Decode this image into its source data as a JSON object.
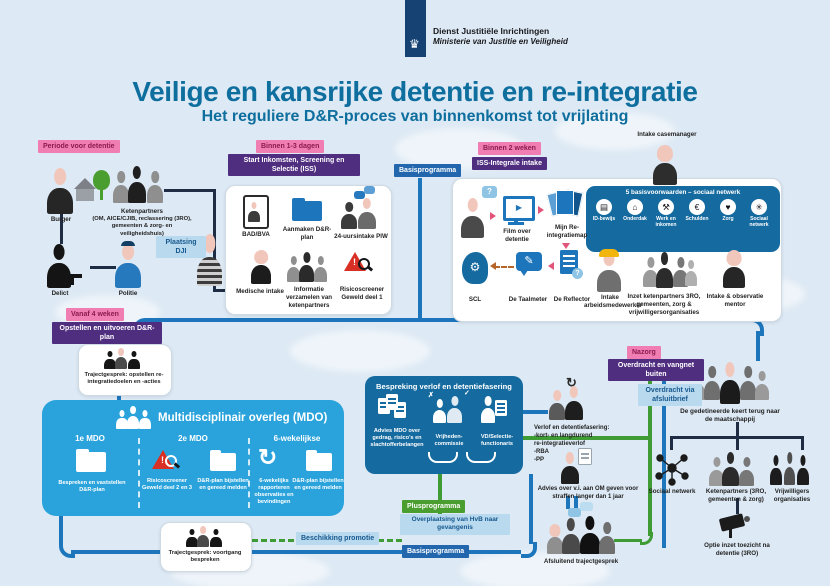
{
  "header": {
    "org_line1": "Dienst Justitiële Inrichtingen",
    "org_line2": "Ministerie van Justitie en Veiligheid"
  },
  "title": "Veilige en kansrijke detentie en re-integratie",
  "subtitle": "Het reguliere D&R-proces van binnenkomst tot vrijlating",
  "colors": {
    "rijks_bar": "#154273",
    "title_blue": "#0e6e9e",
    "flow_blue": "#1d76bc",
    "flow_green": "#3f9c35",
    "flow_navy": "#1e2c44",
    "label_pink": "#f07eb2",
    "label_purple": "#4f2d7f",
    "box_dark_blue": "#156a9f",
    "box_light_blue": "#2aa3dc"
  },
  "phase_labels": {
    "periode": "Periode voor detentie",
    "binnen13": "Binnen 1-3 dagen",
    "start_iss": "Start Inkomsten, Screening en Selectie (ISS)",
    "binnen2": "Binnen 2 weken",
    "iss_intake": "ISS-Integrale intake",
    "basisprogramma_top": "Basisprogramma",
    "plaatsing": "Plaatsing DJI",
    "vanaf4": "Vanaf 4 weken",
    "opstellen": "Opstellen en uitvoeren D&R-plan",
    "nazorg": "Nazorg",
    "overdracht_vangnet": "Overdracht en vangnet buiten",
    "overdracht_brief": "Overdracht via afsluitbrief",
    "plus": "Plusprogramma",
    "overplaatsing": "Overplaatsing van HvB naar gevangenis",
    "beschikking": "Beschikking promotie",
    "basisprogramma_bottom": "Basisprogramma"
  },
  "pre_detention": {
    "burger": "Burger",
    "ketenpartners_name": "Ketenpartners",
    "ketenpartners_detail": "(OM, AICE/CJIB, reclassering (3RO), gemeenten & zorg- en veiligheidshuis)",
    "delict": "Delict",
    "politie": "Politie"
  },
  "intake_box": {
    "bad_bva": "BAD/BVA",
    "aanmaken": "Aanmaken D&R-plan",
    "piw": "24-uursintake PIW",
    "medische": "Medische intake",
    "informatie": "Informatie verzamelen van ketenpartners",
    "risicoscreener": "Risicoscreener Geweld deel 1"
  },
  "iss_box": {
    "film": "Film over detentie",
    "map": "Mijn Re-integratiemap",
    "scl": "SCL",
    "taalmeter": "De Taalmeter",
    "reflector": "De Reflector",
    "arbeid": "Intake arbeidsmedewerker",
    "inzet": "Inzet ketenpartners 3RO, gemeenten, zorg & vrijwilligersorganisaties",
    "mentor": "Intake & observatie mentor",
    "casemanager": "Intake casemanager",
    "bv_title": "5 basisvoorwaarden – sociaal netwerk",
    "bv": [
      "ID-bewijs",
      "Onderdak",
      "Werk en inkomen",
      "Schulden",
      "Zorg",
      "Sociaal netwerk"
    ]
  },
  "traject1": "Trajectgesprek: opstellen re-integratiedoelen en -acties",
  "traject2": "Trajectgesprek: voortgang bespreken",
  "mdo": {
    "title": "Multidisciplinair overleg (MDO)",
    "c1_header": "1e MDO",
    "c1_item": "Bespreken en vaststellen D&R-plan",
    "c2_header": "2e MDO",
    "c2_item1": "Risicoscreener Geweld deel 2 en 3",
    "c2_item2": "D&R-plan bijstellen en gereed melden",
    "c3_header": "6-wekelijkse",
    "c3_item1": "6-wekelijks rapporteren observaties en bevindingen",
    "c3_item2": "D&R-plan bijstellen en gereed melden"
  },
  "bespreking": {
    "title": "Bespreking verlof en detentiefasering",
    "advies": "Advies MDO over gedrag, risico's en slachtofferbelangen",
    "vrijheden": "Vrijheden-commissie",
    "vd": "VD/Selectie-functionaris"
  },
  "verlof_lines": [
    "Verlof en detentiefasering:",
    "-kort- en langdurend",
    " re-integratieverlof",
    "-RBA",
    "-PP"
  ],
  "advies_vi": "Advies over v.i. aan OM geven voor straffen langer dan 1 jaar",
  "afsluitend": "Afsluitend trajectgesprek",
  "nazorg_section": {
    "terugkeer": "De gedetineerde keert terug naar de maatschappij",
    "sociaal": "Sociaal netwerk",
    "ketenpartners": "Ketenpartners (3RO, gemeenten & zorg)",
    "vrijwilligers": "Vrijwilligers organisaties",
    "toezicht": "Optie inzet toezicht na detentie (3RO)"
  }
}
